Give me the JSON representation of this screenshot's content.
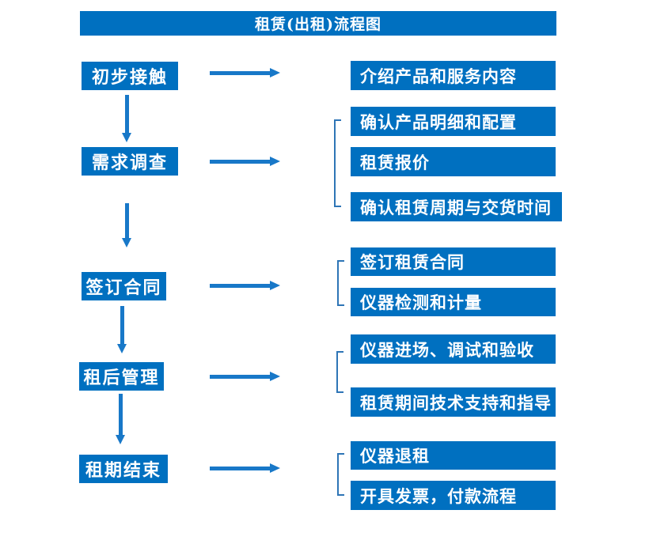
{
  "title": "租赁(出租)流程图",
  "colors": {
    "box_blue": "#0070C0",
    "arrow_blue": "#1878C8",
    "bracket_blue": "#2E75B6",
    "text_white": "#FFFFFF",
    "background": "#FFFFFF"
  },
  "flow": {
    "steps": [
      {
        "label": "初步接触",
        "details": [
          "介绍产品和服务内容"
        ]
      },
      {
        "label": "需求调查",
        "details": [
          "确认产品明细和配置",
          "租赁报价",
          "确认租赁周期与交货时间"
        ]
      },
      {
        "label": "签订合同",
        "details": [
          "签订租赁合同",
          "仪器检测和计量"
        ]
      },
      {
        "label": "租后管理",
        "details": [
          "仪器进场、调试和验收",
          "租赁期间技术支持和指导"
        ]
      },
      {
        "label": "租期结束",
        "details": [
          "仪器退租",
          "开具发票，付款流程"
        ]
      }
    ]
  }
}
